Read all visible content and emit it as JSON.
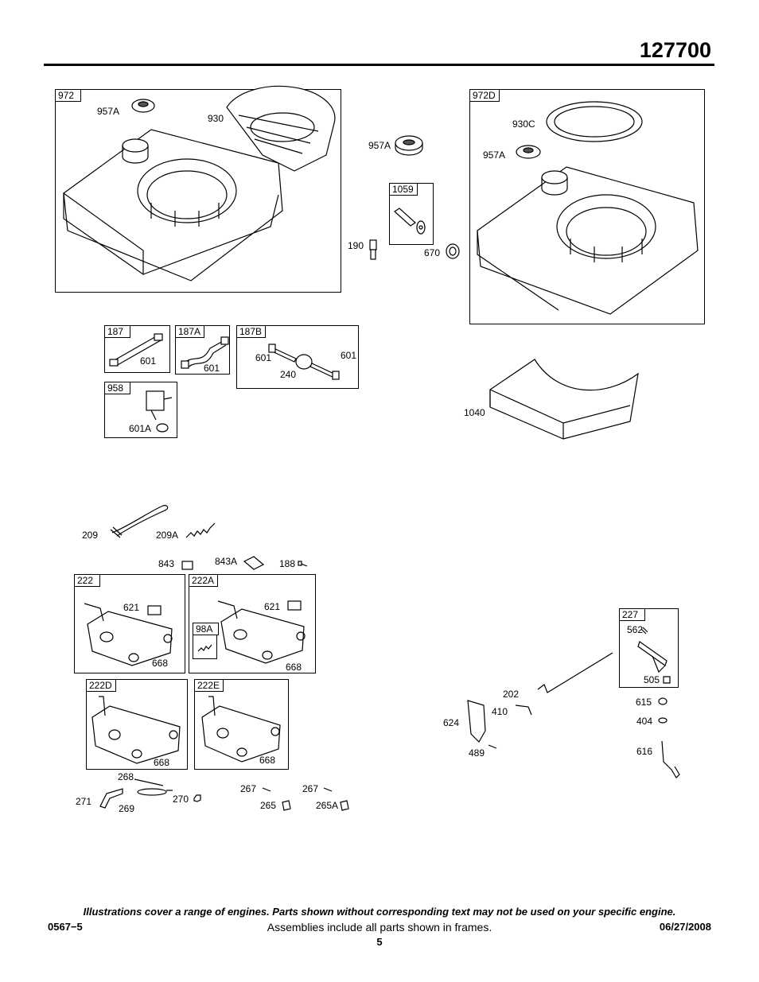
{
  "header": {
    "doc_number": "127700"
  },
  "frames": {
    "f972": "972",
    "f972D": "972D",
    "f1059": "1059",
    "f187": "187",
    "f187A": "187A",
    "f187B": "187B",
    "f958": "958",
    "f222": "222",
    "f222A": "222A",
    "f98A": "98A",
    "f222D": "222D",
    "f222E": "222E",
    "f227": "227"
  },
  "parts": {
    "p957A_1": "957A",
    "p930": "930",
    "p957A_2": "957A",
    "p930C": "930C",
    "p957A_3": "957A",
    "p190": "190",
    "p670": "670",
    "p601_a": "601",
    "p601_b": "601",
    "p601_c": "601",
    "p601_d": "601",
    "p240": "240",
    "p601A": "601A",
    "p1040": "1040",
    "p209": "209",
    "p209A": "209A",
    "p843": "843",
    "p843A": "843A",
    "p188": "188",
    "p621_a": "621",
    "p668_a": "668",
    "p621_b": "621",
    "p668_b": "668",
    "p668_c": "668",
    "p668_d": "668",
    "p268": "268",
    "p271": "271",
    "p269": "269",
    "p270": "270",
    "p267_a": "267",
    "p267_b": "267",
    "p265": "265",
    "p265A": "265A",
    "p562": "562",
    "p505": "505",
    "p202": "202",
    "p410": "410",
    "p624": "624",
    "p489": "489",
    "p615": "615",
    "p404": "404",
    "p616": "616"
  },
  "footer": {
    "note": "Illustrations cover a range of engines. Parts shown without corresponding text may not be used on your specific engine.",
    "left": "0567−5",
    "center": "Assemblies include all parts shown in frames.",
    "right": "06/27/2008",
    "page": "5"
  }
}
